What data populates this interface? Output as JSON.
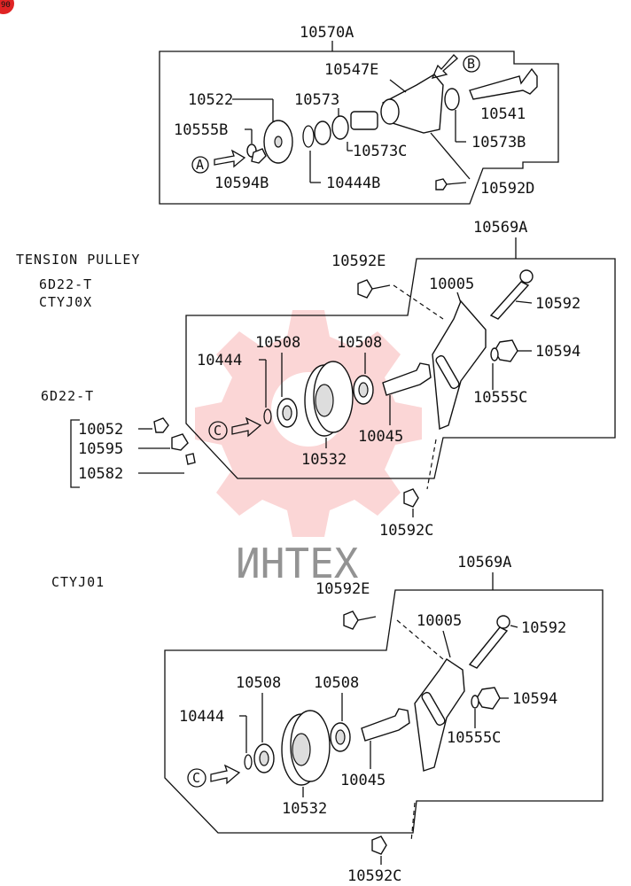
{
  "corner_badge": "90",
  "watermark_text": "ИНТЕХ",
  "colors": {
    "watermark": "#f06a6a",
    "line": "#111111",
    "badge": "#e02424"
  },
  "section_labels": {
    "tension_pulley": "TENSION PULLEY",
    "engine_a": "6D22-T",
    "code_a": "CTYJ0X",
    "engine_b": "6D22-T",
    "code_b": "CTYJ01"
  },
  "callouts": {
    "A": "A",
    "B": "B",
    "C_mid": "C",
    "C_bottom": "C"
  },
  "top_group": {
    "assembly": "10570A",
    "parts": {
      "p10547E": "10547E",
      "p10522": "10522",
      "p10573": "10573",
      "p10541": "10541",
      "p10555B": "10555B",
      "p10573C": "10573C",
      "p10573B": "10573B",
      "p10594B": "10594B",
      "p10444B": "10444B",
      "p10592D": "10592D"
    }
  },
  "middle_group": {
    "assembly": "10569A",
    "parts": {
      "p10592E": "10592E",
      "p10005": "10005",
      "p10592": "10592",
      "p10508a": "10508",
      "p10508b": "10508",
      "p10444": "10444",
      "p10594": "10594",
      "p10555C": "10555C",
      "p10045": "10045",
      "p10532": "10532",
      "p10592C": "10592C"
    }
  },
  "side_group": {
    "p10052": "10052",
    "p10595": "10595",
    "p10582": "10582"
  },
  "bottom_group": {
    "assembly": "10569A",
    "parts": {
      "p10592E": "10592E",
      "p10005": "10005",
      "p10592": "10592",
      "p10508a": "10508",
      "p10508b": "10508",
      "p10444": "10444",
      "p10594": "10594",
      "p10555C": "10555C",
      "p10045": "10045",
      "p10532": "10532",
      "p10592C": "10592C"
    }
  }
}
